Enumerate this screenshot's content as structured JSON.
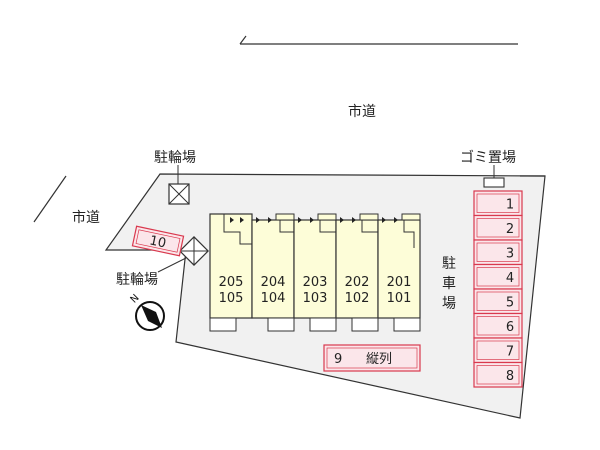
{
  "labels": {
    "road_top": "市道",
    "road_left": "市道",
    "bike_parking_top": "駐輪場",
    "bike_parking_left": "駐輪場",
    "garbage": "ゴミ置場",
    "parking": [
      "駐",
      "車",
      "場"
    ],
    "north": "N"
  },
  "units": [
    {
      "upper": "205",
      "lower": "105"
    },
    {
      "upper": "204",
      "lower": "104"
    },
    {
      "upper": "203",
      "lower": "103"
    },
    {
      "upper": "202",
      "lower": "102"
    },
    {
      "upper": "201",
      "lower": "101"
    }
  ],
  "parking_slots": [
    "1",
    "2",
    "3",
    "4",
    "5",
    "6",
    "7",
    "8"
  ],
  "slot_10": "10",
  "slot_9": {
    "number": "9",
    "note": "縦列"
  },
  "colors": {
    "lot_fill": "#f1f1f1",
    "building_fill": "#fdfdd8",
    "slot_fill": "#fbe6ea",
    "slot_border": "#d9394e",
    "line": "#333333"
  }
}
